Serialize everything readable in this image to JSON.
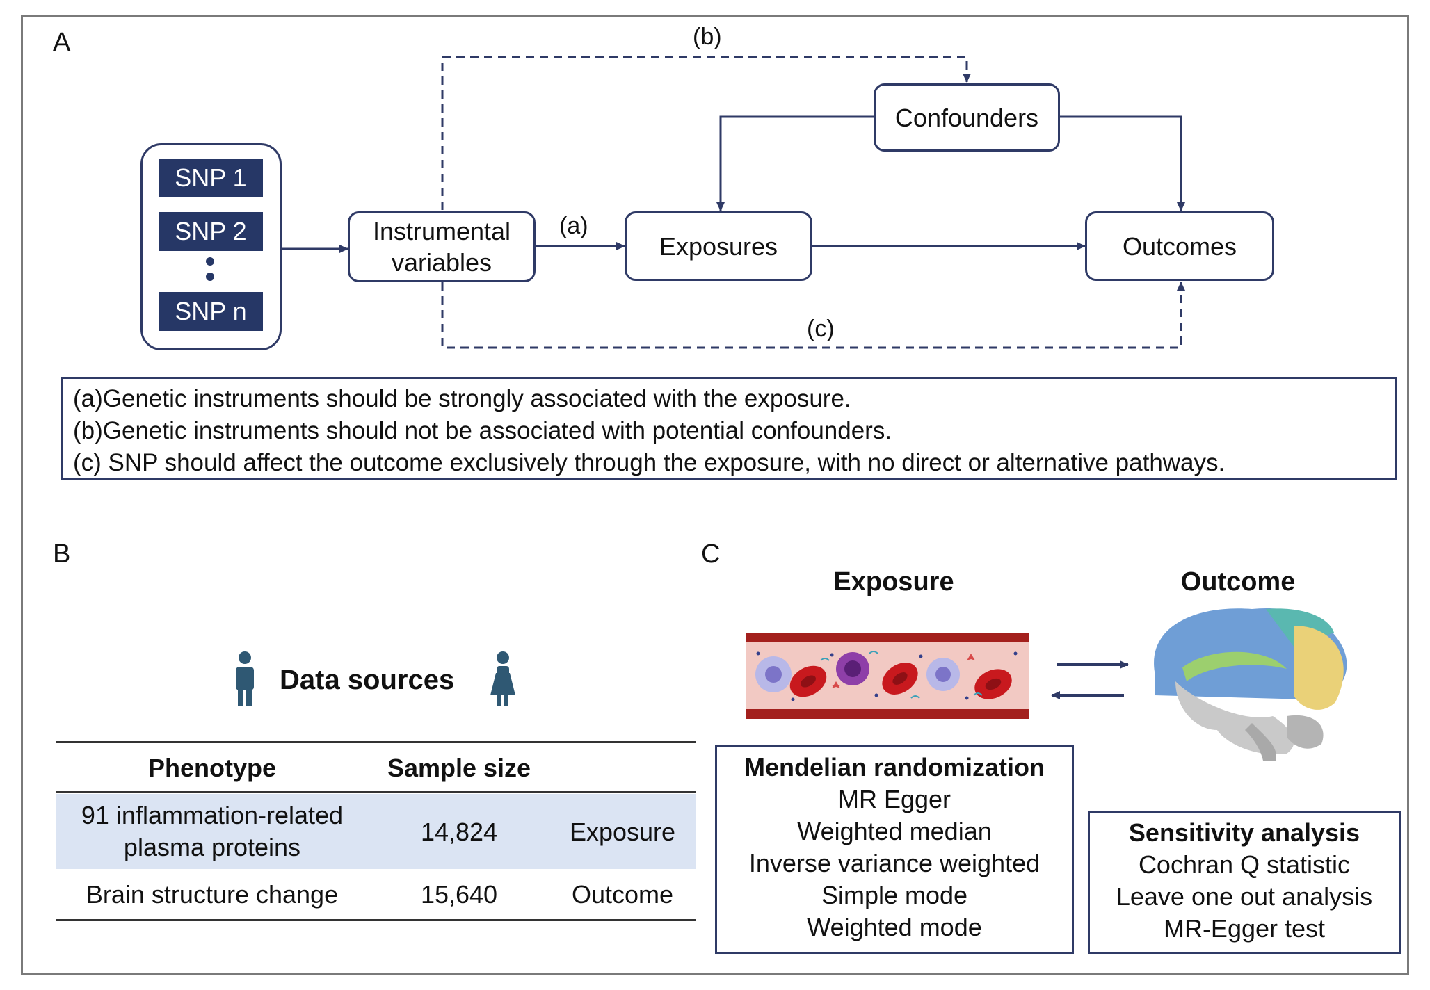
{
  "panel_a": {
    "letter": "A",
    "snps": [
      "SNP 1",
      "SNP 2",
      "SNP n"
    ],
    "instrumental": [
      "Instrumental",
      "variables"
    ],
    "confounders": "Confounders",
    "exposures": "Exposures",
    "outcomes": "Outcomes",
    "label_a": "(a)",
    "label_b": "(b)",
    "label_c": "(c)",
    "criteria": [
      "(a)Genetic instruments should be strongly associated with the exposure.",
      "(b)Genetic instruments should not be associated with potential confounders.",
      "(c) SNP should affect the outcome exclusively through the exposure, with no direct or alternative pathways."
    ]
  },
  "panel_b": {
    "letter": "B",
    "title": "Data sources",
    "headers": [
      "Phenotype",
      "Sample size"
    ],
    "rows": [
      {
        "phenotype": [
          "91 inflammation-related",
          "plasma proteins"
        ],
        "size": "14,824",
        "role": "Exposure"
      },
      {
        "phenotype": [
          "Brain structure change"
        ],
        "size": "15,640",
        "role": "Outcome"
      }
    ],
    "highlight_color": "#dbe4f3"
  },
  "panel_c": {
    "letter": "C",
    "exposure_title": "Exposure",
    "outcome_title": "Outcome",
    "mr_title": "Mendelian randomization",
    "mr_methods": [
      "MR Egger",
      "Weighted median",
      "Inverse variance weighted",
      "Simple mode",
      "Weighted mode"
    ],
    "sens_title": "Sensitivity analysis",
    "sens_methods": [
      "Cochran Q statistic",
      "Leave one out analysis",
      "MR-Egger test"
    ]
  },
  "colors": {
    "box_border": "#2f3a66",
    "snp_fill": "#263766",
    "arrow": "#2f3a66"
  }
}
